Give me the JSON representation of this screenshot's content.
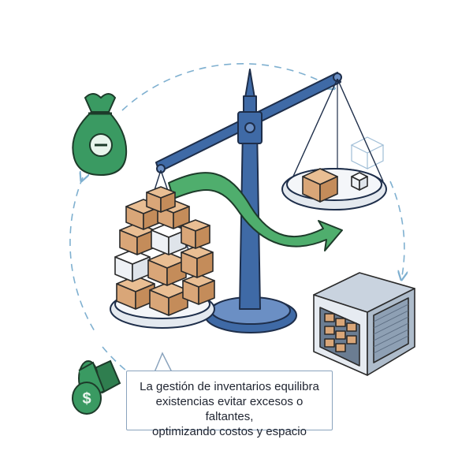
{
  "caption": {
    "line1": "La gestión de inventarios equilibra",
    "line2": "existencias evitar excesos o faltantes,",
    "line3": "optimizando costos y espacio"
  },
  "icons": {
    "money_bag": "money-bag-minus-icon",
    "coin_stack": "dollar-coin-stack-icon",
    "warehouse": "warehouse-icon",
    "scale": "balance-scale-icon",
    "boxes": "cardboard-boxes-icon"
  },
  "colors": {
    "scale_blue": "#3f6aa6",
    "money_green": "#3a9a62",
    "flow_green": "#4fae6d",
    "box_tan": "#d9a678",
    "box_edge": "#2a2a2a",
    "dashed_cycle": "#7fb0d0"
  }
}
